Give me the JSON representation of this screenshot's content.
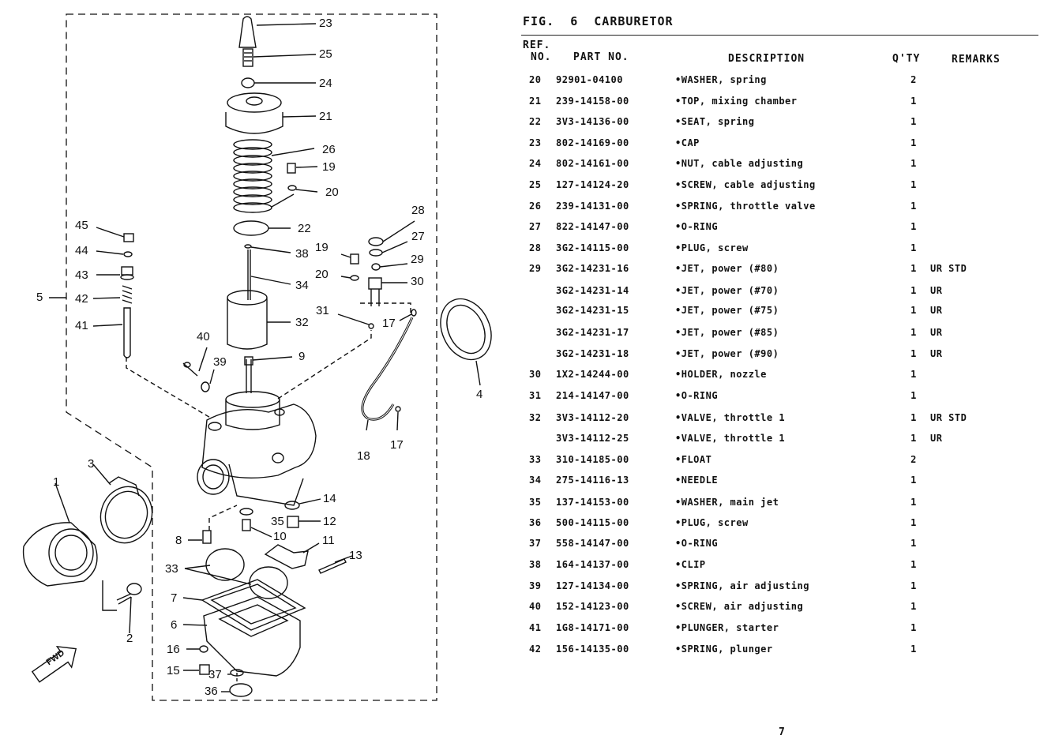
{
  "figure": {
    "label": "FIG.",
    "number": "6",
    "title": "CARBURETOR"
  },
  "headers": {
    "ref_line1": "REF.",
    "ref_line2": "NO.",
    "part_no": "PART NO.",
    "description": "DESCRIPTION",
    "qty": "Q'TY",
    "remarks": "REMARKS"
  },
  "rows": [
    {
      "ref": "20",
      "part": "92901-04100",
      "desc": "•WASHER, spring",
      "qty": "2",
      "remarks": ""
    },
    {
      "ref": "21",
      "part": "239-14158-00",
      "desc": "•TOP, mixing chamber",
      "qty": "1",
      "remarks": ""
    },
    {
      "ref": "22",
      "part": "3V3-14136-00",
      "desc": "•SEAT, spring",
      "qty": "1",
      "remarks": ""
    },
    {
      "ref": "23",
      "part": "802-14169-00",
      "desc": "•CAP",
      "qty": "1",
      "remarks": ""
    },
    {
      "ref": "24",
      "part": "802-14161-00",
      "desc": "•NUT, cable adjusting",
      "qty": "1",
      "remarks": ""
    },
    {
      "ref": "25",
      "part": "127-14124-20",
      "desc": "•SCREW, cable adjusting",
      "qty": "1",
      "remarks": ""
    },
    {
      "ref": "26",
      "part": "239-14131-00",
      "desc": "•SPRING, throttle valve",
      "qty": "1",
      "remarks": ""
    },
    {
      "ref": "27",
      "part": "822-14147-00",
      "desc": "•O-RING",
      "qty": "1",
      "remarks": ""
    },
    {
      "ref": "28",
      "part": "3G2-14115-00",
      "desc": "•PLUG, screw",
      "qty": "1",
      "remarks": ""
    },
    {
      "ref": "29",
      "part": "3G2-14231-16",
      "desc": "•JET, power (#80)",
      "qty": "1",
      "remarks": "UR STD"
    },
    {
      "ref": "",
      "part": "3G2-14231-14",
      "desc": "•JET, power (#70)",
      "qty": "1",
      "remarks": "UR"
    },
    {
      "ref": "",
      "part": "3G2-14231-15",
      "desc": "•JET, power (#75)",
      "qty": "1",
      "remarks": "UR"
    },
    {
      "ref": "",
      "part": "3G2-14231-17",
      "desc": "•JET, power (#85)",
      "qty": "1",
      "remarks": "UR"
    },
    {
      "ref": "",
      "part": "3G2-14231-18",
      "desc": "•JET, power (#90)",
      "qty": "1",
      "remarks": "UR"
    },
    {
      "ref": "30",
      "part": "1X2-14244-00",
      "desc": "•HOLDER, nozzle",
      "qty": "1",
      "remarks": ""
    },
    {
      "ref": "31",
      "part": "214-14147-00",
      "desc": "•O-RING",
      "qty": "1",
      "remarks": ""
    },
    {
      "ref": "32",
      "part": "3V3-14112-20",
      "desc": "•VALVE, throttle 1",
      "qty": "1",
      "remarks": "UR STD"
    },
    {
      "ref": "",
      "part": "3V3-14112-25",
      "desc": "•VALVE, throttle 1",
      "qty": "1",
      "remarks": "UR"
    },
    {
      "ref": "33",
      "part": "310-14185-00",
      "desc": "•FLOAT",
      "qty": "2",
      "remarks": ""
    },
    {
      "ref": "34",
      "part": "275-14116-13",
      "desc": "•NEEDLE",
      "qty": "1",
      "remarks": ""
    },
    {
      "ref": "35",
      "part": "137-14153-00",
      "desc": "•WASHER, main jet",
      "qty": "1",
      "remarks": ""
    },
    {
      "ref": "36",
      "part": "500-14115-00",
      "desc": "•PLUG, screw",
      "qty": "1",
      "remarks": ""
    },
    {
      "ref": "37",
      "part": "558-14147-00",
      "desc": "•O-RING",
      "qty": "1",
      "remarks": ""
    },
    {
      "ref": "38",
      "part": "164-14137-00",
      "desc": "•CLIP",
      "qty": "1",
      "remarks": ""
    },
    {
      "ref": "39",
      "part": "127-14134-00",
      "desc": "•SPRING, air adjusting",
      "qty": "1",
      "remarks": ""
    },
    {
      "ref": "40",
      "part": "152-14123-00",
      "desc": "•SCREW, air adjusting",
      "qty": "1",
      "remarks": ""
    },
    {
      "ref": "41",
      "part": "1G8-14171-00",
      "desc": "•PLUNGER, starter",
      "qty": "1",
      "remarks": ""
    },
    {
      "ref": "42",
      "part": "156-14135-00",
      "desc": "•SPRING, plunger",
      "qty": "1",
      "remarks": ""
    }
  ],
  "callouts": {
    "c23": "23",
    "c25": "25",
    "c24": "24",
    "c21": "21",
    "c26": "26",
    "c19a": "19",
    "c20a": "20",
    "c22": "22",
    "c28": "28",
    "c27": "27",
    "c19b": "19",
    "c29": "29",
    "c20b": "20",
    "c30": "30",
    "c38": "38",
    "c34": "34",
    "c45": "45",
    "c44": "44",
    "c43": "43",
    "c5": "5",
    "c42": "42",
    "c41": "41",
    "c32": "32",
    "c31": "31",
    "c17a": "17",
    "c4": "4",
    "c40": "40",
    "c9": "9",
    "c39": "39",
    "c3": "3",
    "c1": "1",
    "c18": "18",
    "c17b": "17",
    "c14": "14",
    "c35": "35",
    "c12": "12",
    "c10": "10",
    "c8": "8",
    "c11": "11",
    "c13": "13",
    "c33": "33",
    "c7": "7",
    "c2": "2",
    "c6": "6",
    "c16": "16",
    "c15": "15",
    "c37": "37",
    "c36": "36"
  },
  "fwd_label": "FWD",
  "page_number": "7"
}
